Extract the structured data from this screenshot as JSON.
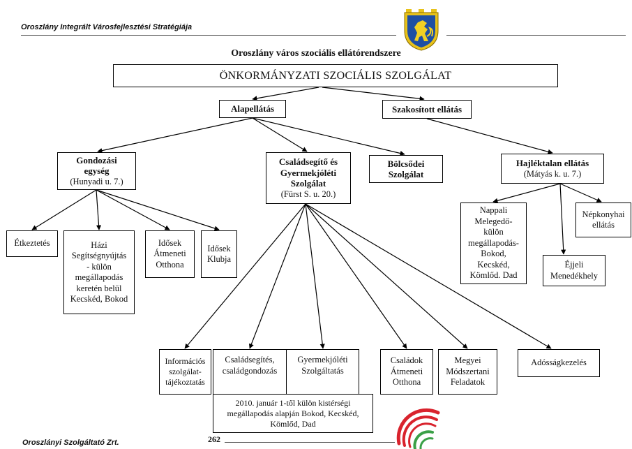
{
  "page": {
    "header_title": "Oroszlány Integrált Városfejlesztési Stratégiája",
    "footer_company": "Oroszlányi Szolgáltató Zrt.",
    "page_number": "262"
  },
  "diagram": {
    "title": "Oroszlány város szociális ellátórendszere",
    "root": "ÖNKORMÁNYZATI SZOCIÁLIS SZOLGÁLAT",
    "branches": {
      "alapellatas": "Alapellátás",
      "szakositott": "Szakosított ellátás"
    },
    "units": {
      "gondozasi": {
        "name": "Gondozási\negység",
        "address": "(Hunyadi u. 7.)"
      },
      "csaladsegito": {
        "name": "Családsegítő és\nGyermekjóléti\nSzolgálat",
        "address": "(Fürst S. u. 20.)"
      },
      "bolcsodei": {
        "name": "Bölcsődei\nSzolgálat"
      },
      "hajlektalan": {
        "name": "Hajléktalan ellátás",
        "address": "(Mátyás k. u. 7.)"
      }
    },
    "gondozasi_services": [
      "Étkeztetés",
      "Házi\nSegítségnyújtás\n- külön\nmegállapodás\nkeretén belül\nKecskéd, Bokod",
      "Idősek\nÁtmeneti\nOtthona",
      "Idősek\nKlubja"
    ],
    "hajlektalan_services": [
      "Nappali\nMelegedő-\nkülön\nmegállapodás-\nBokod,\nKecskéd,\nKömlőd. Dad",
      "Éjjeli\nMenedékhely",
      "Népkonyhai\nellátás"
    ],
    "csaladsegito_services": [
      "Információs\nszolgálat-\ntájékoztatás",
      "Családsegítés,\ncsaládgondozás",
      "Gyermekjóléti\nSzolgáltatás",
      "Családok\nÁtmeneti\nOtthona",
      "Megyei\nMódszertani\nFeladatok",
      "Adósságkezelés"
    ],
    "kisterseg_note": "2010. január 1-től külön kistérségi\nmegállapodás alapján Bokod, Kecskéd,\nKömlőd, Dad"
  },
  "emblems": {
    "coat_of_arms": "coat-of-arms-icon",
    "company_logo": "company-logo-icon"
  },
  "colors": {
    "text": "#111111",
    "border": "#000000",
    "shield_blue": "#1f4fa3",
    "shield_gold": "#e8c21a",
    "lion_yellow": "#f2d024",
    "logo_red": "#d9232d",
    "logo_green": "#3aa047"
  }
}
